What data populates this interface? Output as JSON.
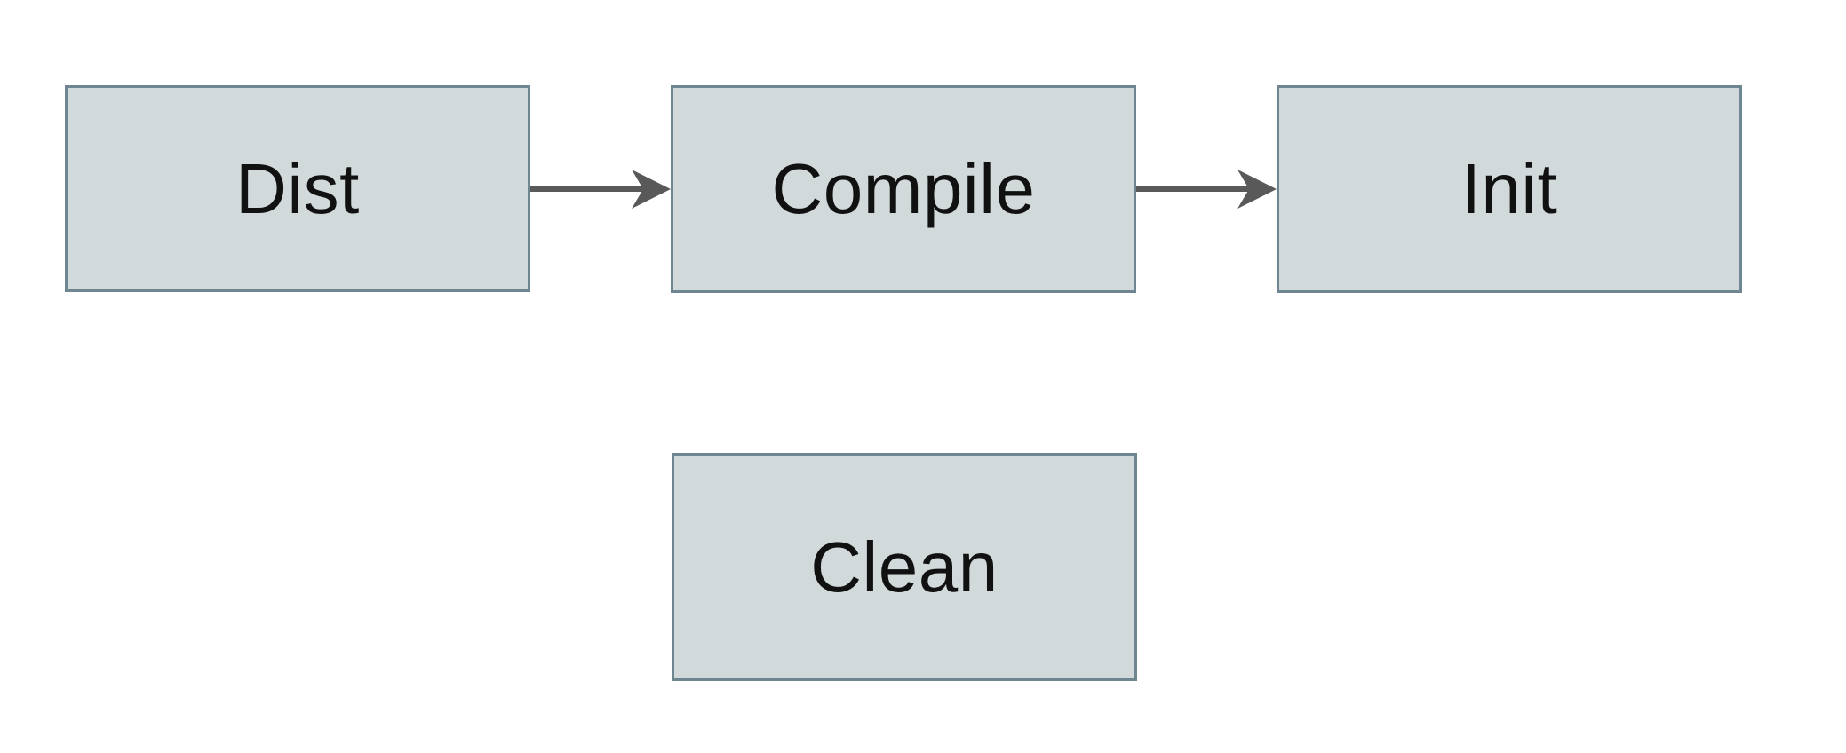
{
  "diagram": {
    "nodes": [
      {
        "id": "dist",
        "label": "Dist"
      },
      {
        "id": "compile",
        "label": "Compile"
      },
      {
        "id": "init",
        "label": "Init"
      },
      {
        "id": "clean",
        "label": "Clean"
      }
    ],
    "edges": [
      {
        "from": "dist",
        "to": "compile",
        "direction": "right"
      },
      {
        "from": "compile",
        "to": "init",
        "direction": "right"
      }
    ],
    "colors": {
      "node_fill": "#d2d9da",
      "node_border": "#6e8692",
      "arrow": "#595959",
      "label": "#111111",
      "background": "#ffffff"
    }
  }
}
